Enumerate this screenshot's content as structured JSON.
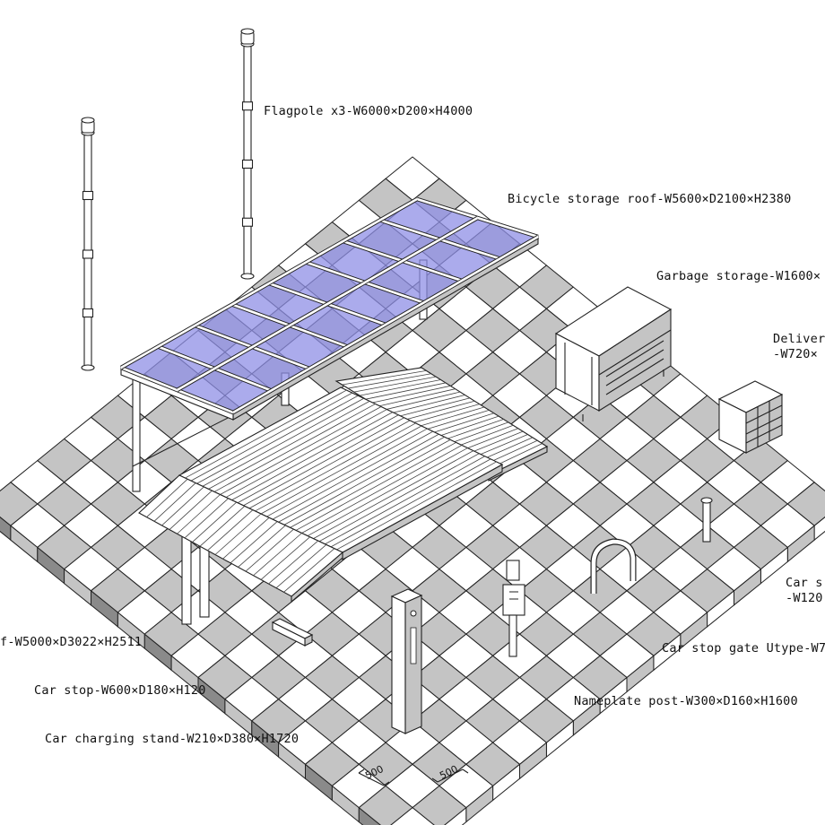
{
  "labels": {
    "flagpole": "Flagpole x3-W6000×D200×H4000",
    "bicycle_roof": "Bicycle storage roof-W5600×D2100×H2380",
    "garbage": "Garbage storage-W1600×",
    "delivery_1": "Deliver",
    "delivery_2": "-W720×",
    "car_stop_right_1": "Car s",
    "car_stop_right_2": "-W120",
    "car_stop_gate": "Car stop gate Utype-W7",
    "nameplate": "Nameplate post-W300×D160×H1600",
    "car_roof": "f-W5000×D3022×H2511",
    "car_stop": "Car stop-W600×D180×H120",
    "charging": "Car charging stand-W210×D380×H1720"
  },
  "dimensions": {
    "tile_a": "500",
    "tile_b": "500"
  },
  "colors": {
    "tile_light": "#ffffff",
    "tile_dark": "#c4c4c4",
    "glass": "#8f8fe6",
    "line": "#222222"
  }
}
